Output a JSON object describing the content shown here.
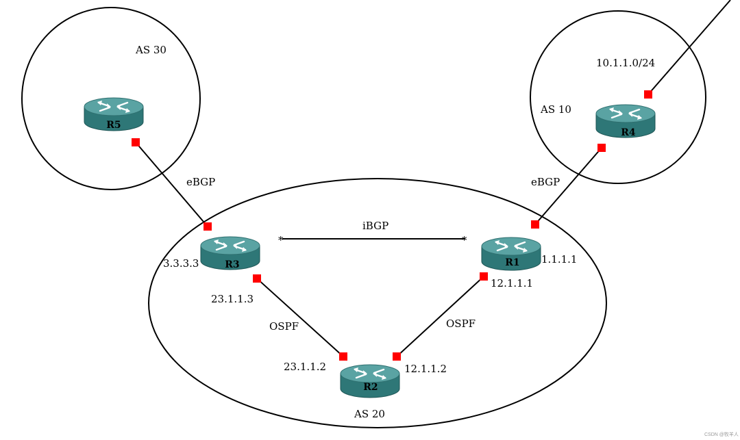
{
  "diagram": {
    "as_labels": {
      "as30": "AS 30",
      "as10": "AS 10",
      "as20": "AS 20"
    },
    "routers": {
      "r1": "R1",
      "r2": "R2",
      "r3": "R3",
      "r4": "R4",
      "r5": "R5"
    },
    "protocols": {
      "ebgp_left": "eBGP",
      "ebgp_right": "eBGP",
      "ibgp": "iBGP",
      "ospf_left": "OSPF",
      "ospf_right": "OSPF"
    },
    "addresses": {
      "network_r4": "10.1.1.0/24",
      "r3_loopback": "3.3.3.3",
      "r1_loopback": "1.1.1.1",
      "r3_r2_link": "23.1.1.3",
      "r1_r2_link": "12.1.1.1",
      "r2_left": "23.1.1.2",
      "r2_right": "12.1.1.2"
    },
    "ibgp_endpoint_marks": {
      "left": "*",
      "right": "*"
    },
    "colors": {
      "interface": "#ff0000",
      "router_top": "#4f9a9a",
      "router_body": "#2f7a7a",
      "line": "#000000"
    }
  },
  "watermark": "CSDN @牧羊人"
}
